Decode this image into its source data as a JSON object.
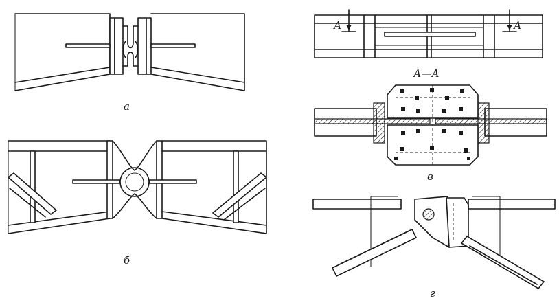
{
  "labels": {
    "a": "а",
    "b": "б",
    "v": "в",
    "g": "г",
    "section_mark_left": "А",
    "section_mark_right": "А",
    "section_title": "А—А"
  }
}
